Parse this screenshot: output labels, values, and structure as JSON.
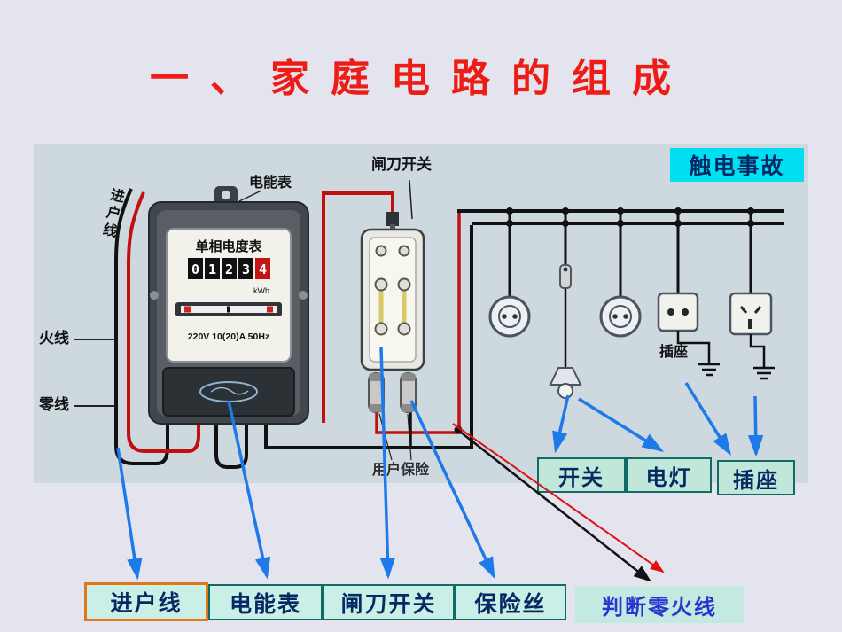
{
  "page": {
    "title": "一、家庭电路的组成"
  },
  "diagram": {
    "shock_box": "触电事故",
    "labels": {
      "incoming_line": "进户线",
      "energy_meter": "电能表",
      "knife_switch": "闸刀开关",
      "live_wire": "火线",
      "neutral_wire": "零线",
      "user_fuse": "用户保险",
      "socket": "插座"
    },
    "meter": {
      "title": "单相电度表",
      "digits": [
        "0",
        "1",
        "2",
        "3",
        "4"
      ],
      "unit": "kWh",
      "spec": "220V 10(20)A 50Hz"
    },
    "callouts": {
      "switch": "开关",
      "lamp": "电灯",
      "socket": "插座"
    }
  },
  "bottom_row": {
    "incoming_line": "进户线",
    "energy_meter": "电能表",
    "knife_switch": "闸刀开关",
    "fuse": "保险丝",
    "judge": "判断零火线"
  },
  "colors": {
    "title_red": "#ee1c16",
    "cyan_box": "#00dff2",
    "teal_border": "#0f6b63",
    "orange_border": "#e07818",
    "box_fill": "#c9efe7",
    "navy_text": "#052a63",
    "blue_arrow": "#1e7ae8",
    "judge_blue": "#2a35cf",
    "panel_bg": "#cdd8df"
  }
}
